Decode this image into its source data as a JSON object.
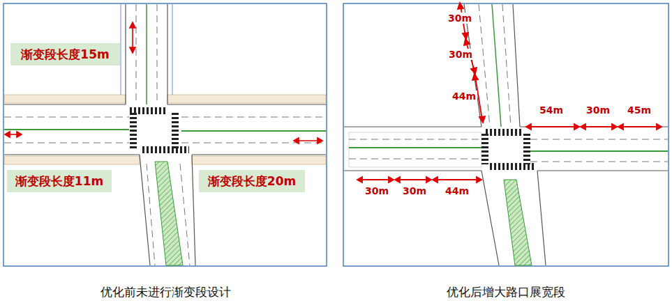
{
  "diagram": {
    "nodes": [
      {
        "text": [
          "渐变段长度15m"
        ]
      },
      {
        "text": [
          "渐变段长度11m"
        ]
      },
      {
        "text": [
          "渐变段长度20m"
        ]
      }
    ],
    "labels": [
      "30m",
      "30m",
      "44m",
      "54m",
      "30m",
      "45m",
      "30m",
      "30m",
      "44m",
      "优化前未进行渐变段设计",
      "优化后增大路口展宽段"
    ]
  }
}
